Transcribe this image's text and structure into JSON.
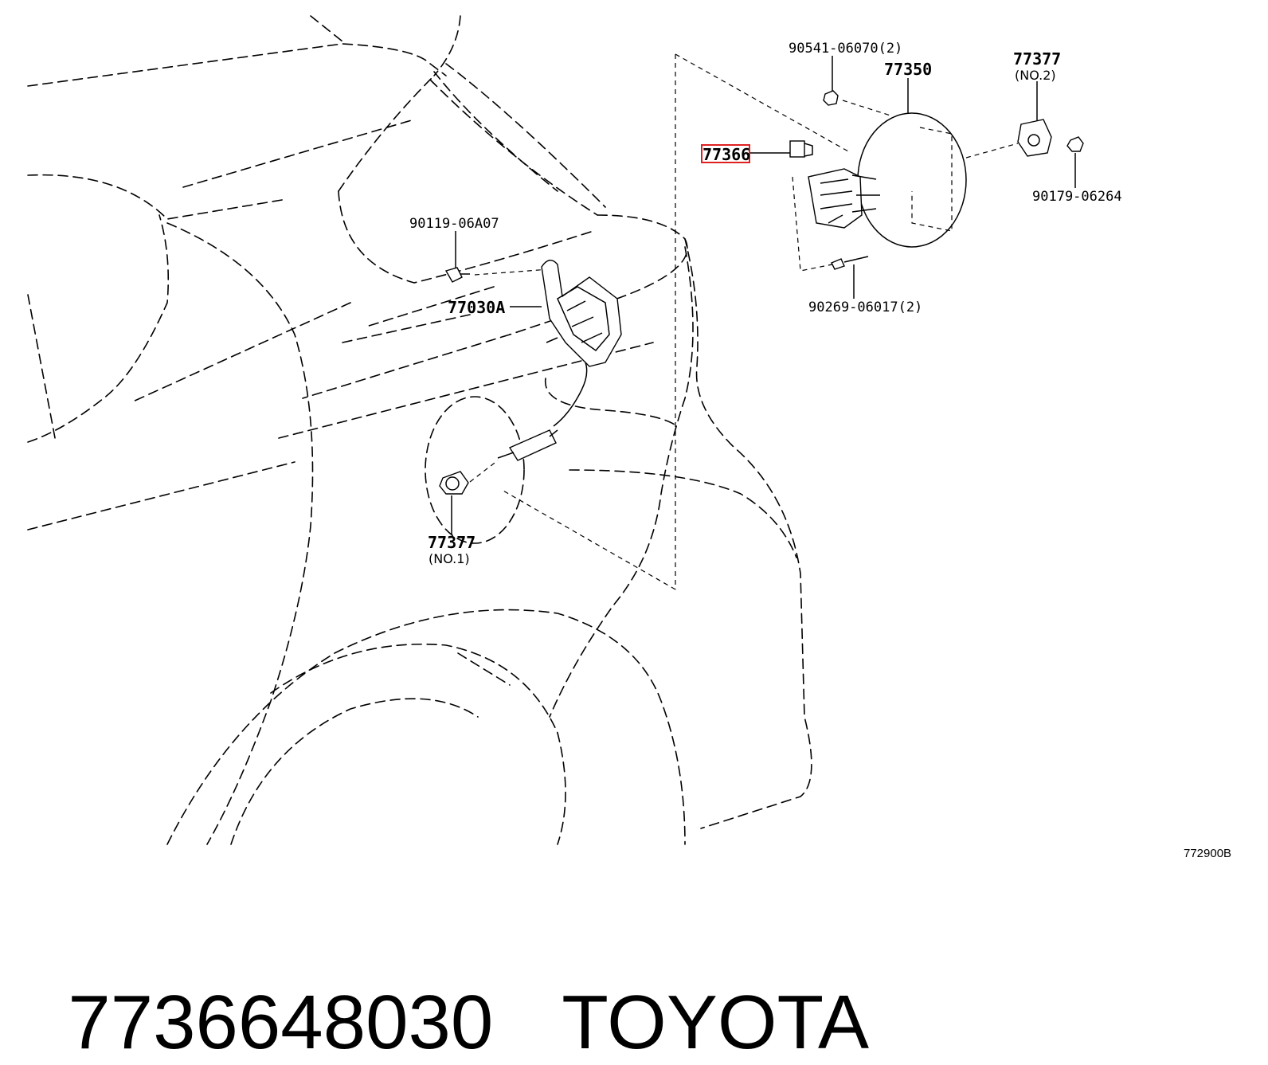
{
  "diagram": {
    "callouts": {
      "bolt_top": "90541-06070(2)",
      "fuel_door": "77350",
      "opener_no2": "77377",
      "opener_no2_sub": "(NO.2)",
      "highlight_part": "77366",
      "nut": "90179-06264",
      "rivet": "90269-06017(2)",
      "screw": "90119-06A07",
      "lock_assy": "77030A",
      "opener_no1": "77377",
      "opener_no1_sub": "(NO.1)"
    },
    "figure_code": "772900B",
    "highlight_color": "#e02020"
  },
  "footer": {
    "part_number": "7736648030",
    "brand": "TOYOTA"
  }
}
